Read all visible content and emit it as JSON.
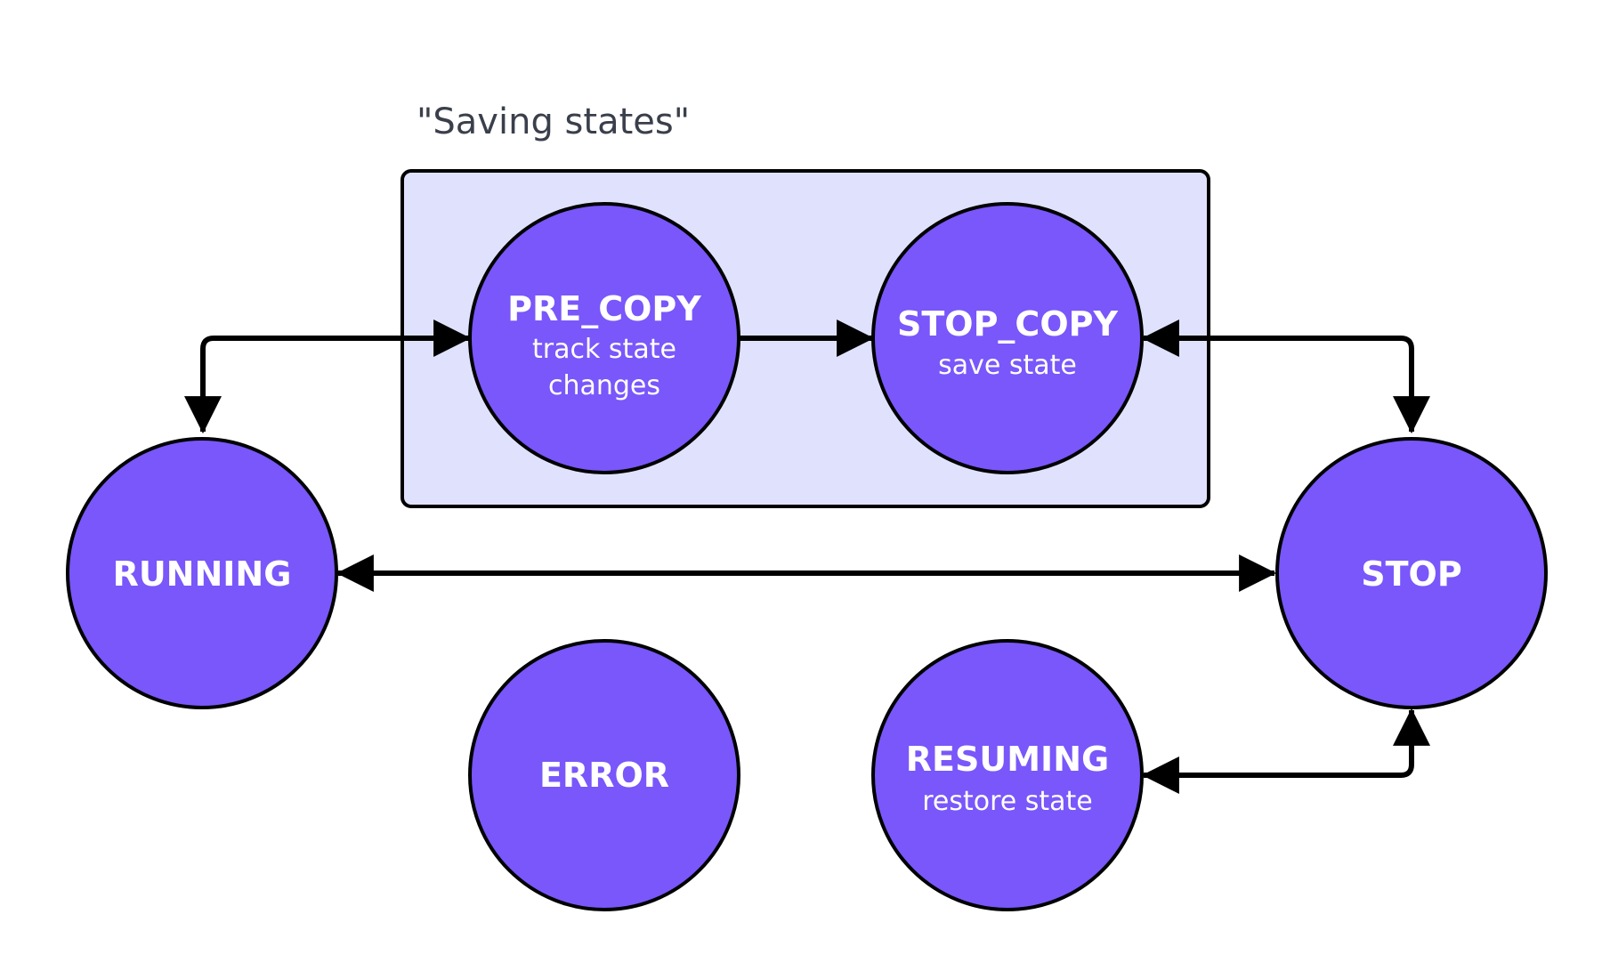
{
  "colors": {
    "state_fill": "#7957fa",
    "state_stroke": "#000000",
    "group_fill": "#e0e2fd",
    "group_stroke": "#000000",
    "edge": "#000000",
    "label_text": "#3a3f4b"
  },
  "group": {
    "label": "\"Saving states\""
  },
  "states": {
    "pre_copy": {
      "name": "PRE_COPY",
      "desc_line1": "track state",
      "desc_line2": "changes"
    },
    "stop_copy": {
      "name": "STOP_COPY",
      "desc_line1": "save state"
    },
    "running": {
      "name": "RUNNING"
    },
    "stop": {
      "name": "STOP"
    },
    "error": {
      "name": "ERROR"
    },
    "resuming": {
      "name": "RESUMING",
      "desc_line1": "restore state"
    }
  }
}
